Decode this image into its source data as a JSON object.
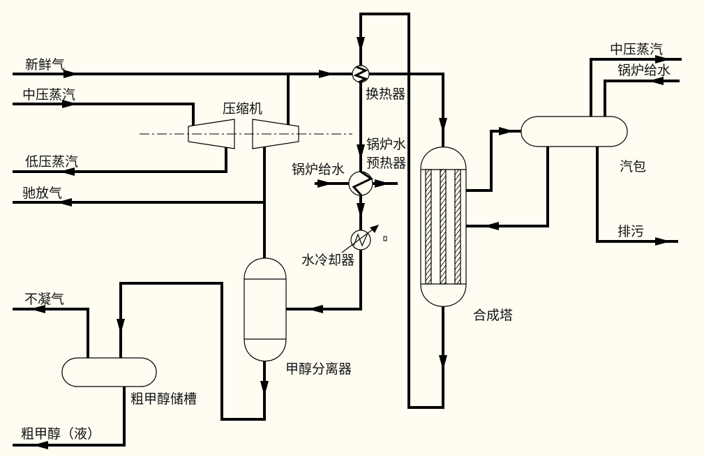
{
  "diagram": {
    "title": "甲醇合成工艺流程",
    "colors": {
      "background": "#FFFDF2",
      "line": "#000000"
    },
    "streams": {
      "fresh_gas": "新鲜气",
      "mp_steam_in": "中压蒸汽",
      "lp_steam_out": "低压蒸汽",
      "purge_gas": "驰放气",
      "non_condensable": "不凝气",
      "crude_methanol_liquid": "粗甲醇（液）",
      "bfw_preheater": "锅炉给水",
      "mp_steam_out": "中压蒸汽",
      "bfw_drum": "锅炉给水",
      "blowdown": "排污"
    },
    "equipment": {
      "compressor": "压缩机",
      "heat_exchanger": "换热器",
      "bfw_preheater_line1": "锅炉水",
      "bfw_preheater_line2": "预热器",
      "water_cooler": "水冷却器",
      "methanol_separator": "甲醇分离器",
      "crude_methanol_tank": "粗甲醇储槽",
      "synthesis_tower": "合成塔",
      "steam_drum": "汽包"
    }
  }
}
